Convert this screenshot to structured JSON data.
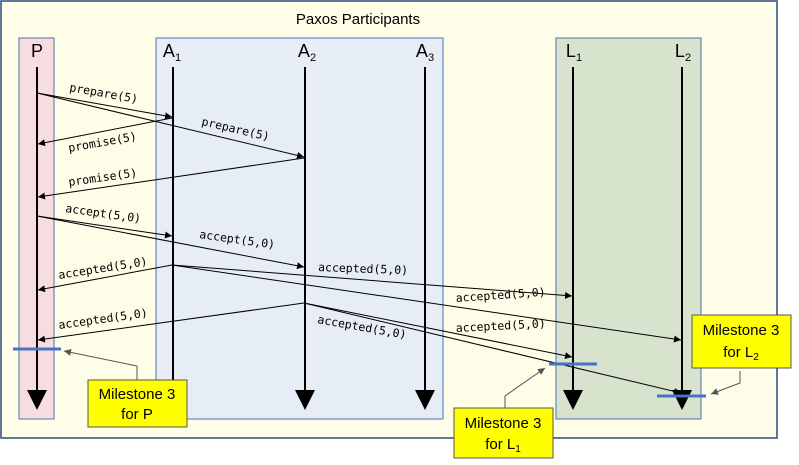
{
  "diagram": {
    "title": "Paxos Participants",
    "participants": {
      "p": {
        "label": "P"
      },
      "a1": {
        "label": "A",
        "sub": "1"
      },
      "a2": {
        "label": "A",
        "sub": "2"
      },
      "a3": {
        "label": "A",
        "sub": "3"
      },
      "l1": {
        "label": "L",
        "sub": "1"
      },
      "l2": {
        "label": "L",
        "sub": "2"
      }
    },
    "messages": {
      "m1": "prepare(5)",
      "m2": "prepare(5)",
      "m3": "promise(5)",
      "m4": "promise(5)",
      "m5": "accept(5,0)",
      "m6": "accept(5,0)",
      "m7": "accepted(5,0)",
      "m8": "accepted(5,0)",
      "m9": "accepted(5,0)",
      "m10": "accepted(5,0)",
      "m11": "accepted(5,0)",
      "m12": "accepted(5,0)"
    },
    "notes": {
      "p": {
        "line1": "Milestone 3",
        "line2": "for P",
        "sub": ""
      },
      "l1": {
        "line1": "Milestone 3",
        "line2": "for L",
        "sub": "1"
      },
      "l2": {
        "line1": "Milestone 3",
        "line2": "for L",
        "sub": "2"
      }
    },
    "colors": {
      "outer_fill": "#fdfde8",
      "outer_stroke": "#2f4a78",
      "proposer_fill": "#f8dde0",
      "acceptor_fill": "#e6edf7",
      "learner_fill": "#d7e3cc",
      "box_stroke": "#4a72b0",
      "milestone_bar": "#4a72c4",
      "note_fill": "#ffff00",
      "note_stroke": "#555555"
    }
  }
}
